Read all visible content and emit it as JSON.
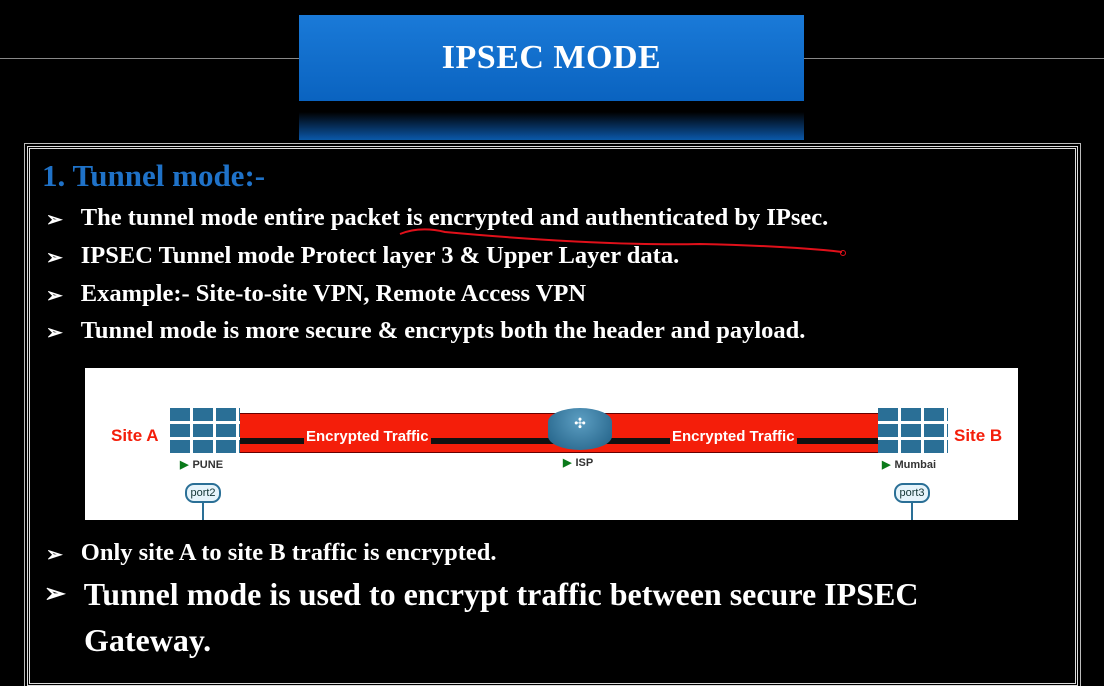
{
  "title": "IPSEC MODE",
  "heading": "1. Tunnel mode:-",
  "bullets_top": [
    "The tunnel mode entire packet is encrypted and authenticated by IPsec.",
    "IPSEC Tunnel mode Protect layer 3 & Upper Layer data.",
    "Example:- Site-to-site VPN, Remote Access VPN",
    "Tunnel mode is more secure & encrypts both the header and payload."
  ],
  "bullets_bottom": [
    "Only site A to site B traffic is encrypted.",
    "Tunnel mode is used to encrypt traffic between secure IPSEC",
    "Gateway."
  ],
  "bullet_icon": "arrowhead-bullet-icon",
  "diagram": {
    "site_a": "Site A",
    "site_b": "Site B",
    "traffic_left": "Encrypted Traffic",
    "traffic_right": "Encrypted Traffic",
    "node_a": "PUNE",
    "node_isp": "ISP",
    "node_b": "Mumbai",
    "port_a": "port2",
    "port_b": "port3"
  },
  "colors": {
    "title_bg": "#0a63c0",
    "heading": "#1f72c8",
    "tunnel": "#f41e0a",
    "annotation": "#e0101a"
  }
}
